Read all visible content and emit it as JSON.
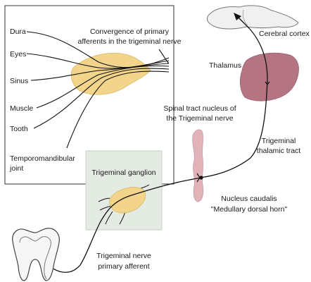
{
  "inset": {
    "title_line1": "Convergence of primary",
    "title_line2": "afferents in the trigeminal nerve",
    "sources": [
      "Dura",
      "Eyes",
      "Sinus",
      "Muscle",
      "Tooth"
    ],
    "tmj_line1": "Temporomandibular",
    "tmj_line2": "joint"
  },
  "labels": {
    "cerebral_cortex": "Cerebral cortex",
    "thalamus": "Thalamus",
    "spinal_tract_line1": "Spinal tract nucleus of",
    "spinal_tract_line2": "the Trigeminal nerve",
    "tract_line1": "Trigeminal",
    "tract_line2": "thalamic tract",
    "ganglion": "Trigeminal ganglion",
    "caudalis_line1": "Nucleus caudalis",
    "caudalis_line2": "\"Medullary dorsal horn\"",
    "afferent_line1": "Trigeminal nerve",
    "afferent_line2": "primary afferent"
  },
  "colors": {
    "ganglion_fill": "#f2d58a",
    "ganglion_box": "#e3ebe3",
    "thalamus_fill": "#b47482",
    "nucleus_fill": "#e2b3b8",
    "cortex_fill": "#f0f0f0",
    "line": "#111111"
  }
}
